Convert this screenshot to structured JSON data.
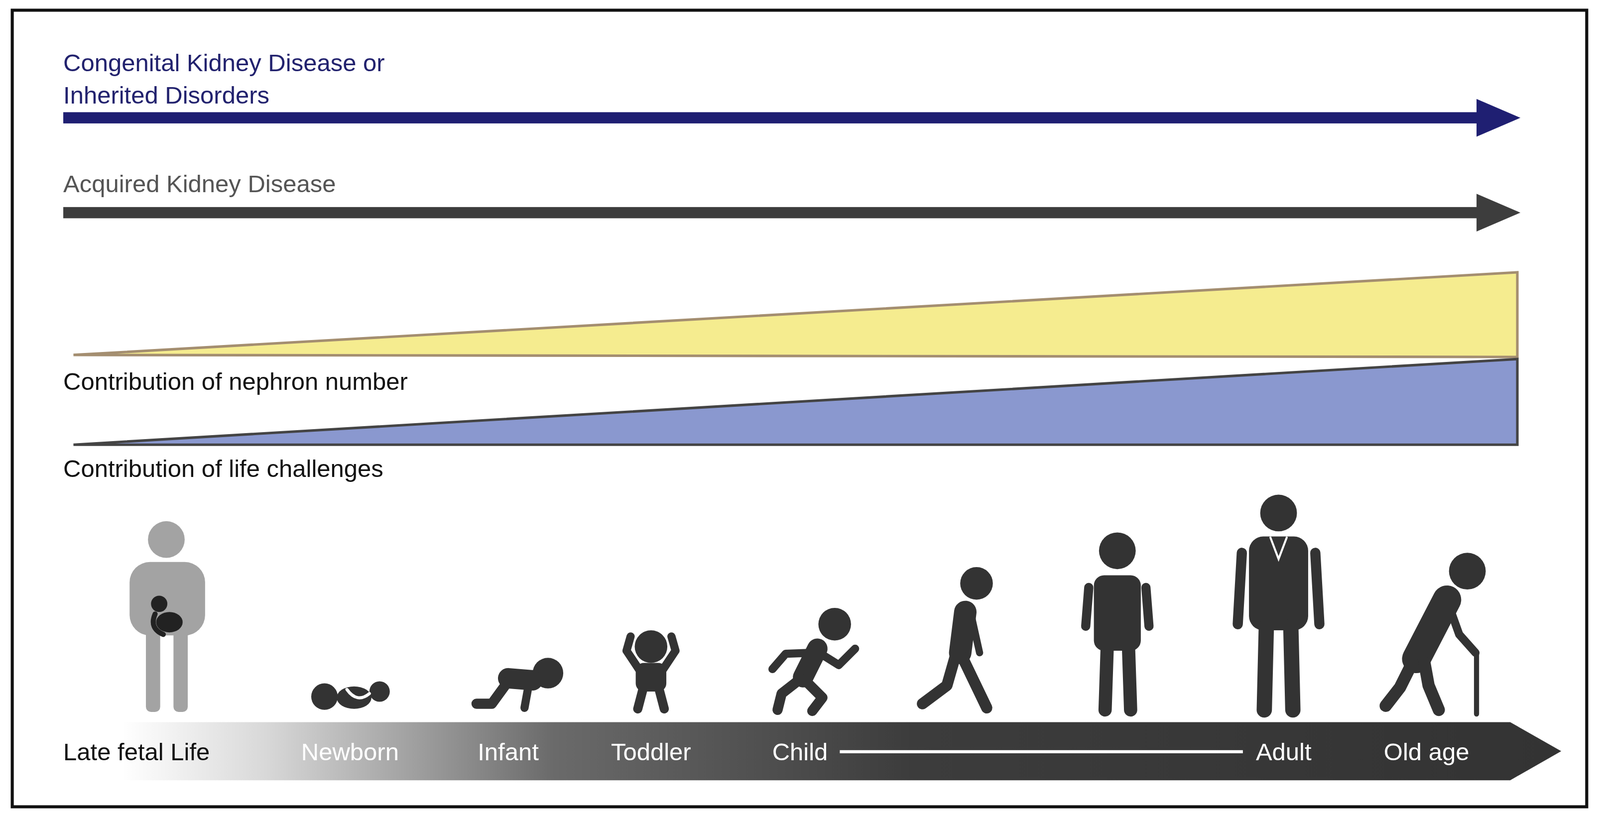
{
  "diagram": {
    "labels": [
      "Congenital Kidney Disease or Inherited Disorders",
      "Acquired Kidney Disease",
      "Contribution of nephron number",
      "Contribution of life challenges",
      "Late fetal Life",
      "Newborn",
      "Infant",
      "Toddler",
      "Child",
      "Adult",
      "Old age"
    ]
  }
}
